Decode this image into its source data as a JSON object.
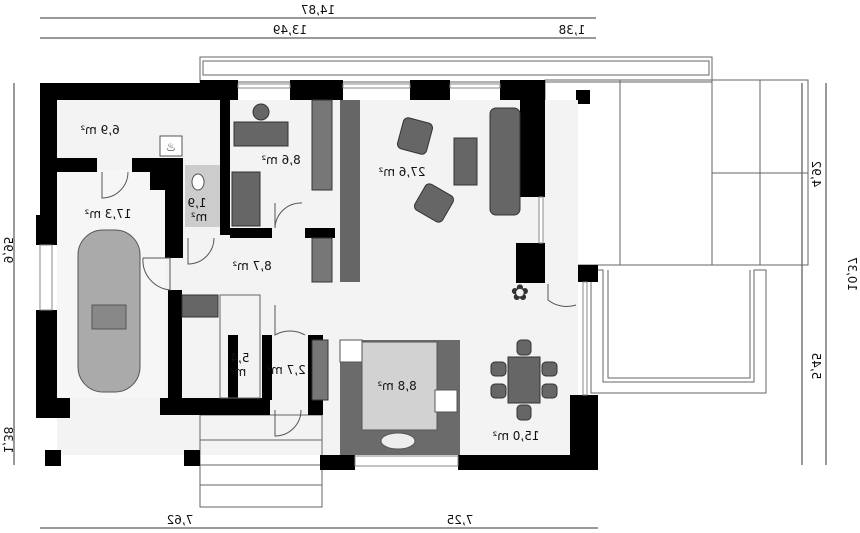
{
  "dimensions": {
    "top_total": "14,87",
    "top_main": "13,49",
    "top_right": "1,38",
    "left_main": "9,95",
    "left_bottom": "1,38",
    "right_upper": "4,92",
    "right_lower": "5,45",
    "right_total": "10,37",
    "bottom_left": "7,62",
    "bottom_right": "7,25"
  },
  "rooms": {
    "boiler": "6,9 m²",
    "office": "8,6 m²",
    "living": "27,6 m²",
    "garage": "17,3 m²",
    "wc_num": "1,9",
    "wc_unit": "m²",
    "hall": "8,7 m²",
    "pantry_num": "5,4",
    "pantry_unit": "m²",
    "vestibule": "2,7 m²",
    "kitchen": "8,8 m²",
    "dining": "15,0 m²"
  },
  "colors": {
    "wall": "#000000",
    "floor": "#f3f3f3",
    "furniture": "#666666"
  }
}
